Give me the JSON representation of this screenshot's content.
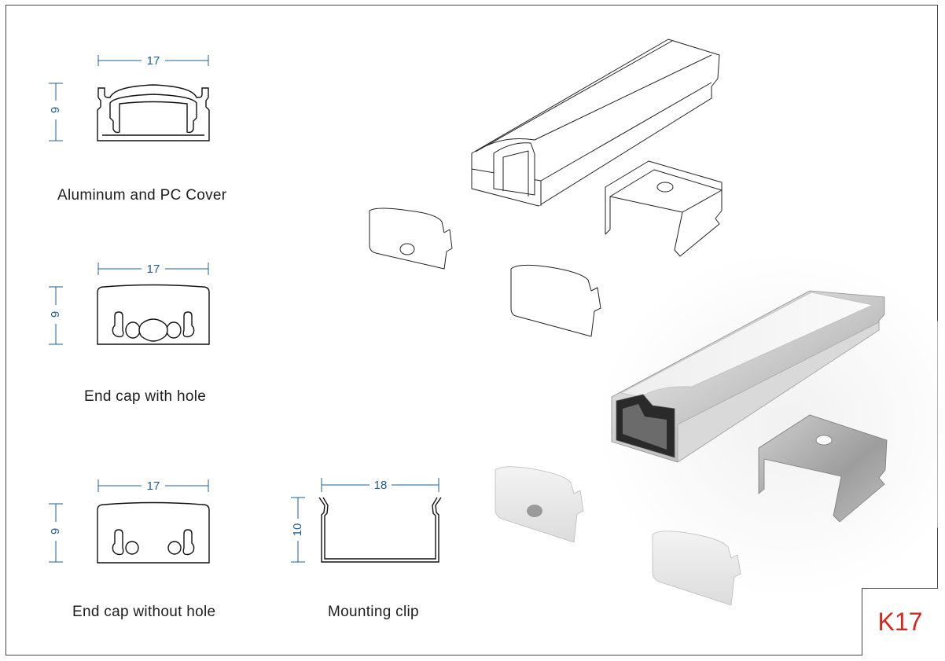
{
  "model_code": "K17",
  "colors": {
    "dimension": "#1f5e8f",
    "model_code": "#d8261c",
    "outline": "#111111"
  },
  "drawings": [
    {
      "caption": "Aluminum and PC Cover",
      "width_label": "17",
      "height_label": "9"
    },
    {
      "caption": "End cap with hole",
      "width_label": "17",
      "height_label": "9"
    },
    {
      "caption": "End cap without hole",
      "width_label": "17",
      "height_label": "9"
    },
    {
      "caption": "Mounting clip",
      "width_label": "18",
      "height_label": "10"
    }
  ]
}
